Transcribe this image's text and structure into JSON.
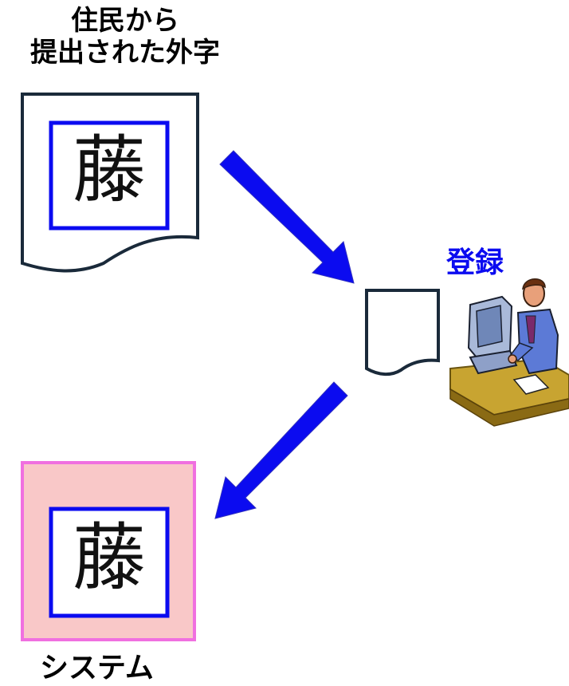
{
  "top_label": {
    "line1": "住民から",
    "line2": "提出された外字"
  },
  "register_label": "登録",
  "system_label": "システム",
  "character": "藤",
  "colors": {
    "arrow": "#0b0bf0",
    "frame_blue": "#0b0bf0",
    "doc_outline": "#1a2a3a",
    "system_fill": "#f9c8c8",
    "system_border": "#f070e0"
  },
  "icons": {
    "clerk": "person-at-computer-icon"
  }
}
